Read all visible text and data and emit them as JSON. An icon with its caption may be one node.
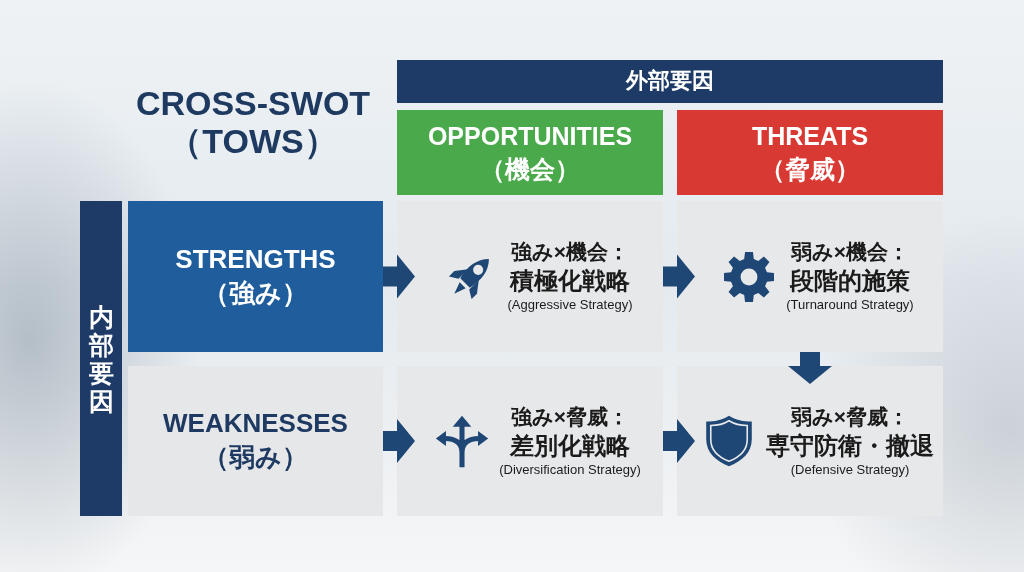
{
  "diagram": {
    "title": "CROSS-SWOT （TOWS）",
    "nodes": [
      {
        "text": [
          "外部要因"
        ]
      },
      {
        "text": [
          "OPPORTUNITIES （機会）"
        ]
      },
      {
        "text": [
          "THREATS （脅威）"
        ]
      },
      {
        "text": [
          "内部要因"
        ]
      },
      {
        "text": [
          "STRENGTHS （強み）"
        ]
      },
      {
        "text": [
          "強み×機会：",
          "積極化戦略",
          "(Aggressive Strategy)"
        ]
      },
      {
        "text": [
          "弱み×機会：",
          "段階的施策",
          "(Turnaround Strategy)"
        ]
      },
      {
        "text": [
          "WEAKNESSES （弱み）"
        ]
      },
      {
        "text": [
          "強み×脅威：",
          "差別化戦略",
          "(Diversification Strategy)"
        ]
      },
      {
        "text": [
          "弱み×脅威：",
          "専守防衛・撤退",
          "(Defensive Strategy)"
        ]
      }
    ],
    "edges": [
      {
        "from": 4,
        "to": 5,
        "arrow": "to"
      },
      {
        "from": 5,
        "to": 6,
        "arrow": "to"
      },
      {
        "from": 6,
        "to": 9,
        "arrow": "to"
      },
      {
        "from": 7,
        "to": 8,
        "arrow": "to"
      },
      {
        "from": 8,
        "to": 9,
        "arrow": "to"
      }
    ]
  }
}
